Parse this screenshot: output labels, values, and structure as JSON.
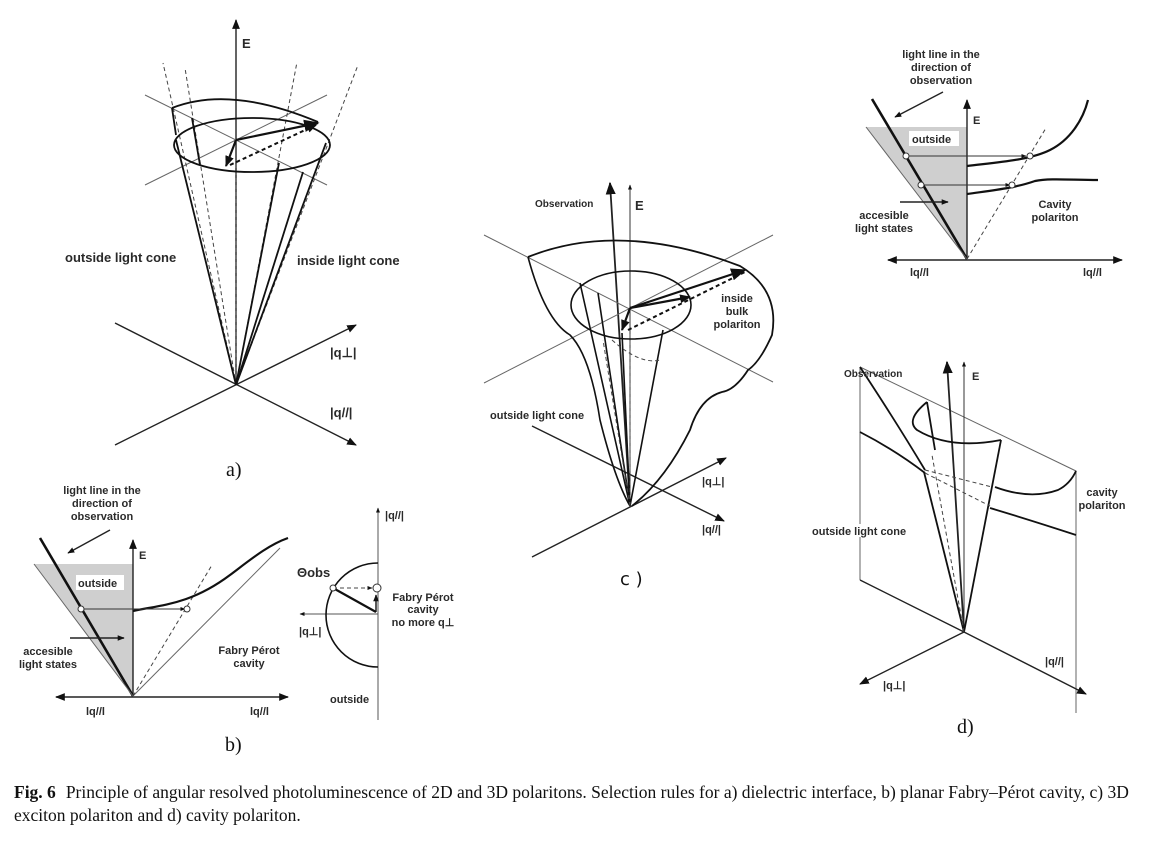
{
  "figure": {
    "number": "Fig. 6",
    "caption": "Principle of angular resolved photoluminescence of 2D and 3D polaritons. Selection rules for a) dielectric interface, b) planar Fabry–Pérot cavity, c) 3D exciton polariton and d) cavity polariton."
  },
  "panels": {
    "a": {
      "letter": "a)",
      "axis_e": "E",
      "axis_qperp": "|q⊥|",
      "axis_qpar": "|q//|",
      "label_outside": "outside light cone",
      "label_inside": "inside light cone"
    },
    "b": {
      "letter": "b)",
      "annotation_lines": [
        "light line in the",
        "direction of",
        "observation"
      ],
      "axis_e": "E",
      "label_outside_region": "outside",
      "label_accessible": [
        "accesible",
        "light states"
      ],
      "label_cavity": [
        "Fabry Pérot",
        "cavity"
      ],
      "axis_left": "lq//l",
      "axis_right": "lq//l",
      "polar": {
        "axis_top": "|q//|",
        "axis_left": "|q⊥|",
        "theta_label": "Θobs",
        "cavity_note": [
          "Fabry Pérot",
          "cavity",
          "no more q⊥"
        ],
        "outside_label": "outside"
      }
    },
    "c": {
      "letter": "c )",
      "observation": "Observation",
      "axis_e": "E",
      "label_inside": [
        "inside",
        "bulk",
        "polariton"
      ],
      "label_outside": "outside light cone",
      "axis_qperp": "|q⊥|",
      "axis_qpar": "|q//|"
    },
    "d": {
      "letter": "d)",
      "observation": "Observation",
      "axis_e": "E",
      "label_cavity": [
        "cavity",
        "polariton"
      ],
      "label_outside": "outside light cone",
      "axis_qperp": "|q⊥|",
      "axis_qpar": "|q//|"
    },
    "top_right": {
      "annotation_lines": [
        "light line in the",
        "direction of",
        "observation"
      ],
      "axis_e": "E",
      "label_outside_region": "outside",
      "label_accessible": [
        "accesible",
        "light states"
      ],
      "label_cavity": [
        "Cavity",
        "polariton"
      ],
      "axis_left": "lq//l",
      "axis_right": "lq//l"
    }
  },
  "colors": {
    "shade": "#cfcfcf",
    "ink": "#111111"
  }
}
